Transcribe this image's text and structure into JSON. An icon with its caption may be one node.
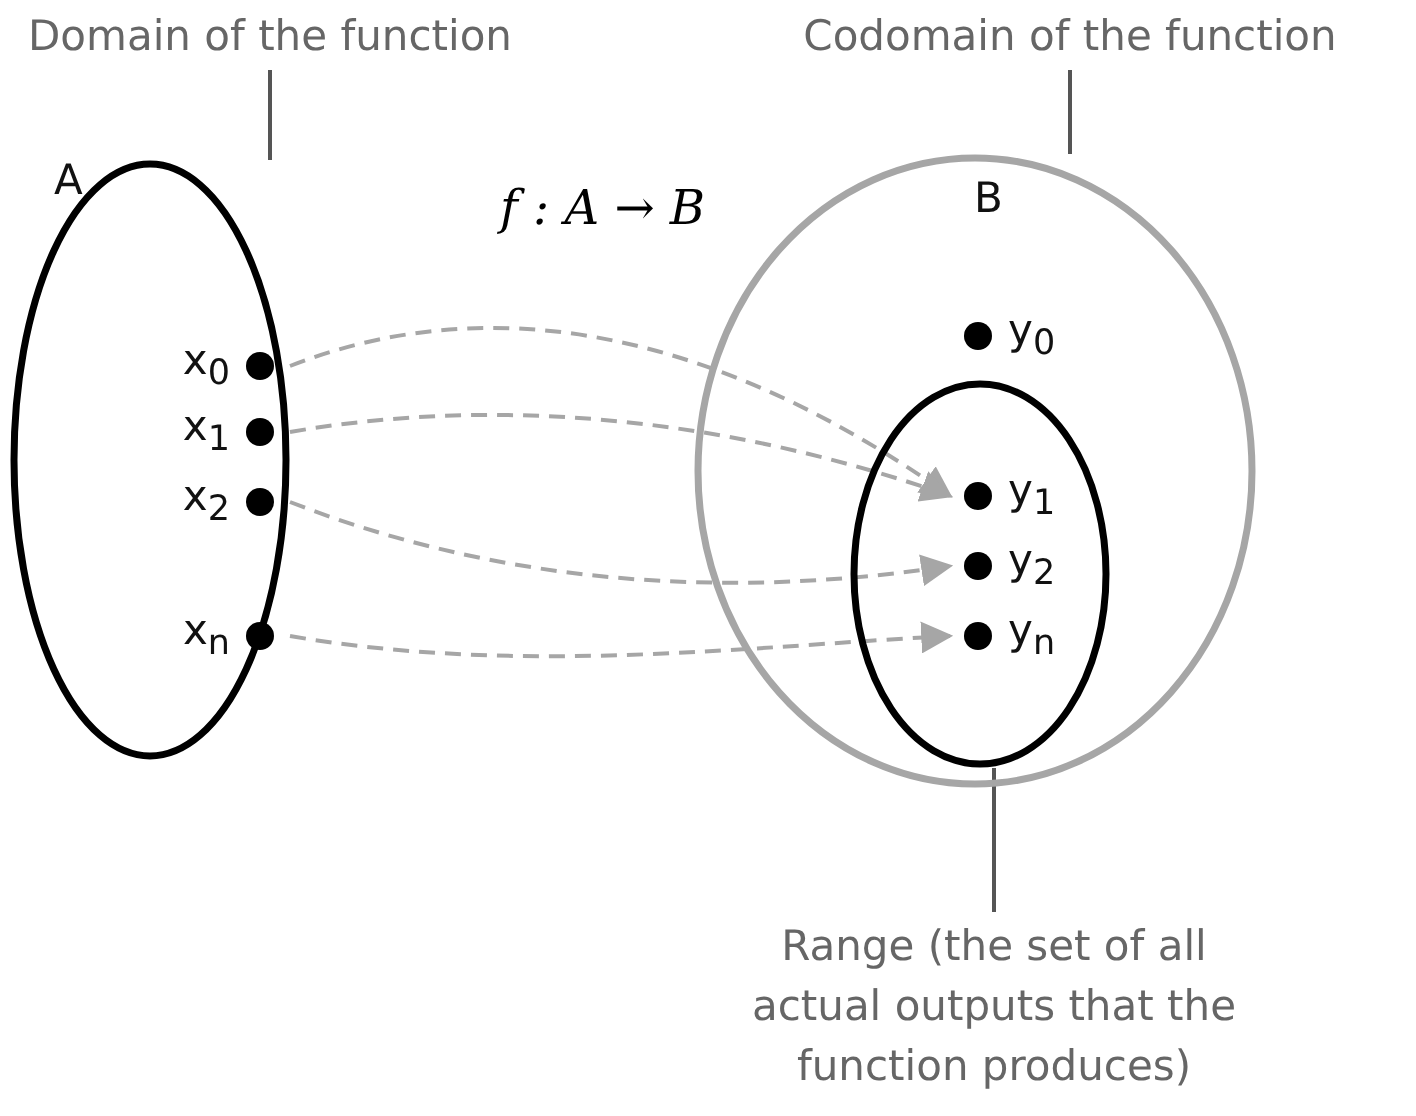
{
  "diagram": {
    "nodes": [
      {
        "text": [
          "Domain of the function"
        ]
      },
      {
        "text": [
          "A"
        ]
      },
      {
        "text": [
          "x$_{0}$"
        ],
        "in": 1
      },
      {
        "text": [
          "x$_{1}$"
        ],
        "in": 1
      },
      {
        "text": [
          "x$_{2}$"
        ],
        "in": 1
      },
      {
        "text": [
          "x$_{n}$"
        ],
        "in": 1
      },
      {
        "text": [
          "Codomain of the function"
        ]
      },
      {
        "text": [
          "B"
        ]
      },
      {
        "text": [
          "y$_{0}$"
        ],
        "in": 7
      },
      {
        "text": [],
        "shape": "ellipse",
        "in": 7
      },
      {
        "text": [
          "y$_{1}$"
        ],
        "in": 9
      },
      {
        "text": [
          "y$_{2}$"
        ],
        "in": 9
      },
      {
        "text": [
          "y$_{n}$"
        ],
        "in": 9
      },
      {
        "text": [
          "Range (the set of all actual outputs that the function produces)"
        ]
      }
    ],
    "edges": [
      {
        "from": 0,
        "to": 1,
        "arrow": "none"
      },
      {
        "from": 6,
        "to": 7,
        "arrow": "none"
      },
      {
        "from": 13,
        "to": 9,
        "arrow": "none"
      },
      {
        "from": 2,
        "to": 10,
        "arrow": "to",
        "style": "dashed",
        "color": "#a6a6a6"
      },
      {
        "from": 3,
        "to": 10,
        "arrow": "to",
        "style": "dashed",
        "color": "#a6a6a6"
      },
      {
        "from": 4,
        "to": 11,
        "arrow": "to",
        "style": "dashed",
        "color": "#a6a6a6"
      },
      {
        "from": 5,
        "to": 12,
        "arrow": "to",
        "style": "dashed",
        "color": "#a6a6a6"
      }
    ],
    "labels": [
      "f : A → B"
    ]
  }
}
